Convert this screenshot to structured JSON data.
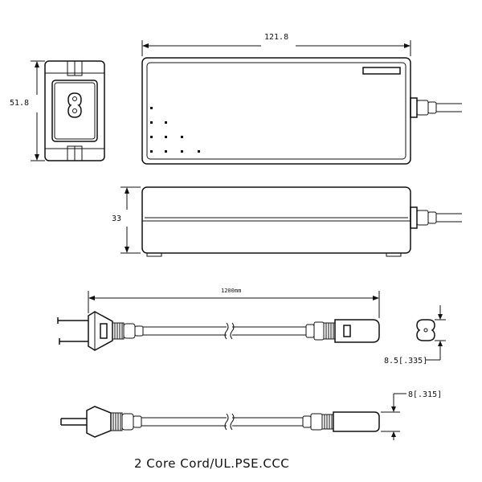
{
  "dimensions": {
    "adapter_length": "121.8",
    "adapter_width": "51.8",
    "adapter_height": "33",
    "cord_length": "1200mm",
    "connector_width": "8.5[.335]",
    "plug_height": "8[.315]"
  },
  "caption": "2 Core Cord/UL.PSE.CCC"
}
